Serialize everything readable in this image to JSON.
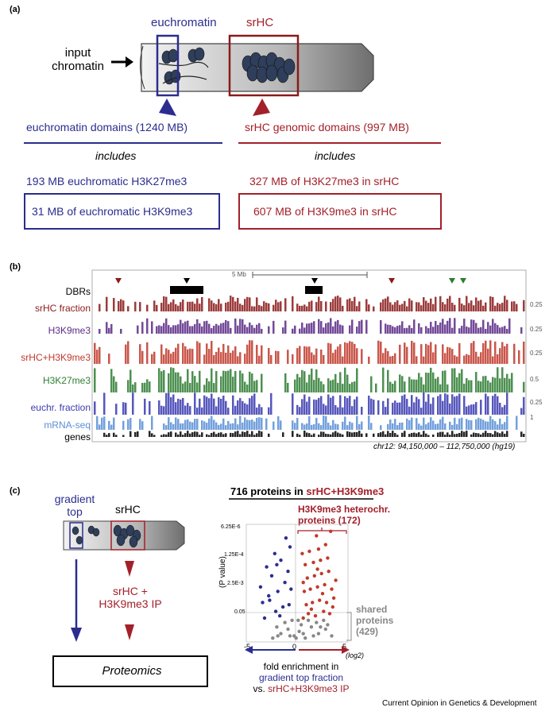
{
  "panels": {
    "a": "(a)",
    "b": "(b)",
    "c": "(c)"
  },
  "panel_a": {
    "euchromatin_label": "euchromatin",
    "srhc_label": "srHC",
    "input_line1": "input",
    "input_line2": "chromatin",
    "euchromatin_domains": "euchromatin domains (1240 MB)",
    "srhc_domains": "srHC genomic domains (997 MB)",
    "includes_left": "includes",
    "includes_right": "includes",
    "euchr_h3k27": "193 MB euchromatic H3K27me3",
    "euchr_h3k9": "31 MB of euchromatic H3K9me3",
    "srhc_h3k27": "327 MB of H3K27me3 in srHC",
    "srhc_h3k9": "607 MB of H3K9me3 in srHC"
  },
  "panel_b": {
    "scale_label": "5 Mb",
    "tracks": [
      "DBRs",
      "srHC fraction",
      "H3K9me3",
      "srHC+H3K9me3",
      "H3K27me3",
      "euchr. fraction",
      "mRNA-seq",
      "genes"
    ],
    "track_colors": [
      "#000000",
      "#8b1a1a",
      "#5b2a86",
      "#c0392b",
      "#2e7d32",
      "#3a3ab0",
      "#5b8fd6",
      "#000000"
    ],
    "scale_values": [
      "0.25",
      "0.25",
      "0.25",
      "0.5",
      "0.25",
      "1"
    ],
    "coords": "chr12: 94,150,000 – 112,750,000 (hg19)"
  },
  "panel_c": {
    "gradient_line1": "gradient",
    "gradient_line2": "top",
    "srhc_label": "srHC",
    "ip_line1": "srHC +",
    "ip_line2": "H3K9me3 IP",
    "proteomics": "Proteomics",
    "plot_title_prefix": "716 proteins in ",
    "plot_title_suffix": "srHC+H3K9me3",
    "hc_proteins_line1": "H3K9me3 heterochr.",
    "hc_proteins_line2": "proteins (172)",
    "shared_line1": "shared",
    "shared_line2": "proteins",
    "shared_line3": "(429)",
    "ylabel": "(P value)",
    "yticks": [
      "6.25E-6",
      "1.25E-4",
      "2.5E-3",
      "0.05"
    ],
    "xticks": [
      "-5",
      "0",
      "5"
    ],
    "xunit": "(log2)",
    "fold_line1": "fold enrichment in",
    "fold_line2": "gradient top fraction",
    "fold_line3_prefix": "vs. ",
    "fold_line3_suffix": "srHC+H3K9me3 IP"
  },
  "footer": "Current Opinion in Genetics & Development",
  "chart_data": {
    "type": "scatter",
    "xlabel": "fold enrichment in gradient top fraction vs. srHC+H3K9me3 IP (log2)",
    "ylabel": "(P value)",
    "xlim": [
      -5,
      5
    ],
    "series": [
      {
        "color": "#2b2d8e",
        "points": [
          [
            -3.2,
            1
          ],
          [
            -2.1,
            1.3
          ],
          [
            -1.4,
            1.5
          ],
          [
            -0.8,
            1.6
          ],
          [
            -2.8,
            2.0
          ],
          [
            -1.9,
            2.2
          ],
          [
            -3.6,
            2.4
          ],
          [
            -1.2,
            2.6
          ],
          [
            -2.5,
            2.9
          ],
          [
            -0.9,
            3.1
          ],
          [
            -3.0,
            3.3
          ],
          [
            -1.6,
            3.6
          ],
          [
            -2.2,
            3.9
          ],
          [
            -0.7,
            4.2
          ],
          [
            -1.1,
            4.6
          ],
          [
            -2.7,
            1.8
          ],
          [
            -1.7,
            1.1
          ],
          [
            -3.4,
            1.7
          ],
          [
            -0.6,
            2.3
          ],
          [
            -2.0,
            3.4
          ]
        ]
      },
      {
        "color": "#c0392b",
        "points": [
          [
            0.6,
            1
          ],
          [
            1.1,
            1.2
          ],
          [
            1.8,
            1.1
          ],
          [
            2.6,
            1.3
          ],
          [
            3.2,
            1.2
          ],
          [
            0.9,
            1.6
          ],
          [
            1.5,
            1.7
          ],
          [
            2.2,
            1.8
          ],
          [
            2.9,
            1.7
          ],
          [
            3.6,
            1.9
          ],
          [
            0.7,
            2.2
          ],
          [
            1.3,
            2.3
          ],
          [
            2.0,
            2.4
          ],
          [
            2.7,
            2.5
          ],
          [
            3.4,
            2.3
          ],
          [
            1.0,
            2.8
          ],
          [
            1.7,
            2.9
          ],
          [
            2.4,
            3.0
          ],
          [
            3.1,
            3.1
          ],
          [
            0.8,
            3.4
          ],
          [
            1.6,
            3.5
          ],
          [
            2.3,
            3.6
          ],
          [
            3.0,
            3.7
          ],
          [
            1.2,
            4.0
          ],
          [
            2.1,
            4.1
          ],
          [
            2.8,
            4.3
          ],
          [
            1.9,
            4.7
          ],
          [
            3.3,
            4.9
          ],
          [
            0.5,
            3.9
          ],
          [
            3.8,
            2.7
          ],
          [
            1.4,
            1.4
          ],
          [
            2.5,
            2.1
          ],
          [
            0.6,
            2.6
          ],
          [
            3.5,
            1.5
          ],
          [
            2.0,
            3.2
          ]
        ]
      },
      {
        "color": "#888888",
        "points": [
          [
            -2.4,
            0.1
          ],
          [
            -1.6,
            0.3
          ],
          [
            -0.9,
            0.5
          ],
          [
            -0.3,
            0.2
          ],
          [
            0.2,
            0.4
          ],
          [
            0.8,
            0.1
          ],
          [
            1.4,
            0.6
          ],
          [
            2.1,
            0.3
          ],
          [
            2.8,
            0.5
          ],
          [
            3.4,
            0.2
          ],
          [
            -1.2,
            0.8
          ],
          [
            -0.5,
            0.9
          ],
          [
            0.4,
            0.7
          ],
          [
            1.1,
            0.9
          ],
          [
            1.9,
            0.8
          ],
          [
            2.6,
            0.9
          ],
          [
            -2.0,
            0.6
          ],
          [
            -0.1,
            0.1
          ],
          [
            0.6,
            0.3
          ],
          [
            -0.7,
            0.2
          ],
          [
            1.6,
            0.2
          ],
          [
            3.0,
            0.7
          ],
          [
            -1.9,
            0.2
          ],
          [
            0.1,
            0.9
          ],
          [
            2.3,
            0.6
          ]
        ]
      }
    ]
  }
}
